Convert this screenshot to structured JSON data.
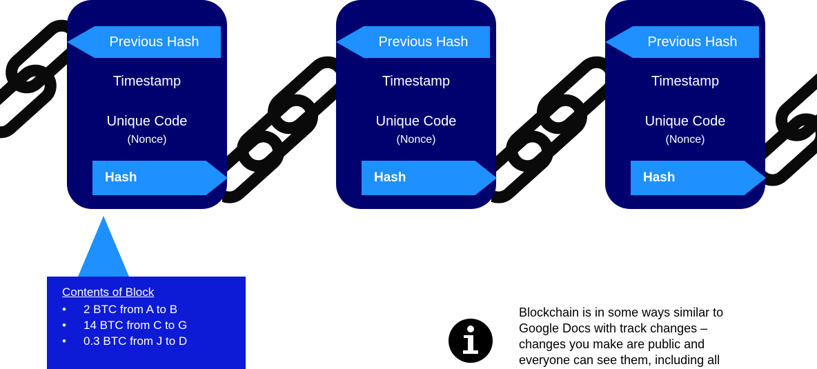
{
  "blocks": [
    {
      "previous_hash": "Previous Hash",
      "timestamp": "Timestamp",
      "unique_code": "Unique Code",
      "nonce": "(Nonce)",
      "hash": "Hash"
    },
    {
      "previous_hash": "Previous Hash",
      "timestamp": "Timestamp",
      "unique_code": "Unique Code",
      "nonce": "(Nonce)",
      "hash": "Hash"
    },
    {
      "previous_hash": "Previous Hash",
      "timestamp": "Timestamp",
      "unique_code": "Unique Code",
      "nonce": "(Nonce)",
      "hash": "Hash"
    }
  ],
  "contents_box": {
    "title": "Contents of Block",
    "items": [
      "2 BTC from A to B",
      "14 BTC from C to G",
      "0.3 BTC from J to D"
    ]
  },
  "info_note": {
    "icon": "info-icon",
    "lines": [
      "Blockchain is in some ways similar to",
      "Google Docs with track changes –",
      "changes you make are public and",
      "everyone can see them, including all"
    ]
  },
  "colors": {
    "block_bg": "#00006e",
    "label_bg": "#1e90ff",
    "contents_bg": "#0d1ad6",
    "chain": "#0a0a0a"
  }
}
